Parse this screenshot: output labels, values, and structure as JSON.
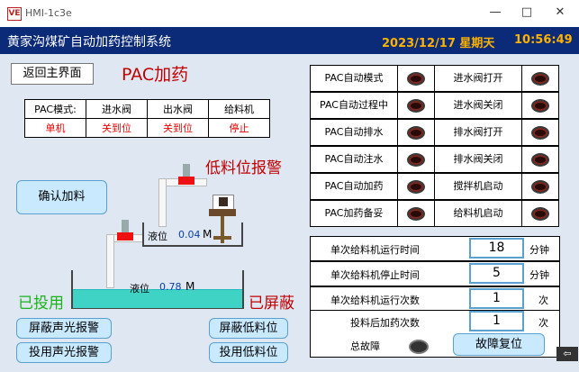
{
  "window": {
    "icon_text": "VE",
    "title": "HMI-1c3e",
    "minimize": "—",
    "maximize": "□",
    "close": "✕"
  },
  "header": {
    "system_title": "黄家沟煤矿自动加药控制系统",
    "date": "2023/12/17 星期天",
    "time": "10:56:49"
  },
  "nav": {
    "back_label": "返回主界面"
  },
  "pac": {
    "title": "PAC加药",
    "headers": [
      "PAC模式:",
      "进水阀",
      "出水阀",
      "给料机"
    ],
    "values": [
      "单机",
      "关到位",
      "关到位",
      "停止"
    ],
    "low_alarm": "低料位报警",
    "confirm_label": "确认加料",
    "level_label_1": "液位",
    "level_value_1": "0.04",
    "level_unit_1": "M",
    "level_label_2": "液位",
    "level_value_2": "0.78",
    "level_unit_2": "M",
    "in_use": "已投用",
    "shielded": "已屏蔽",
    "btn_mute_sound": "屏蔽声光报警",
    "btn_enable_sound": "投用声光报警",
    "btn_mute_low": "屏蔽低料位",
    "btn_enable_low": "投用低料位"
  },
  "status_left": [
    "PAC自动模式",
    "PAC自动过程中",
    "PAC自动排水",
    "PAC自动注水",
    "PAC自动加药",
    "PAC加药备妥"
  ],
  "status_right": [
    "进水阀打开",
    "进水阀关闭",
    "排水阀打开",
    "排水阀关闭",
    "搅拌机启动",
    "给料机启动"
  ],
  "params": [
    {
      "label": "单次给料机运行时间",
      "value": "18",
      "unit": "分钟"
    },
    {
      "label": "单次给料机停止时间",
      "value": "5",
      "unit": "分钟"
    },
    {
      "label": "单次给料机运行次数",
      "value": "1",
      "unit": "次"
    },
    {
      "label": "投料后加药次数",
      "value": "1",
      "unit": "次"
    }
  ],
  "fault": {
    "label": "总故障",
    "reset_label": "故障复位"
  },
  "colors": {
    "header_bg": "#0b2a78",
    "clock": "#ffb300",
    "alarm_red": "#c00000",
    "in_use_green": "#1ab31a",
    "liquid": "#3fd3c6"
  },
  "icons": {
    "exit": "exit-arrow-icon"
  }
}
